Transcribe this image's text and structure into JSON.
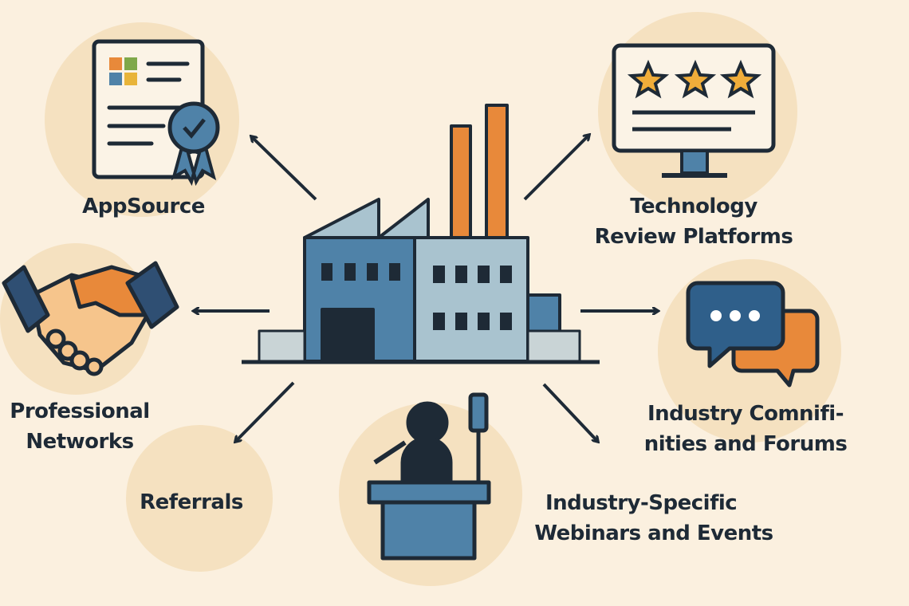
{
  "labels": {
    "appsource": "AppSource",
    "tech_review_1": "Technology",
    "tech_review_2": "Review Platforms",
    "professional_1": "Professional",
    "professional_2": "Networks",
    "referrals": "Referrals",
    "communities_1": "Industry Comnifi-",
    "communities_2": "nities and Forums",
    "webinars_1": "Industry-Specific",
    "webinars_2": "Webinars and Events"
  },
  "colors": {
    "background": "#fbf0df",
    "circle": "#f5e1c0",
    "navy": "#1e2a36",
    "blue": "#4f82a8",
    "light_blue": "#a9c3cf",
    "orange": "#e8893a"
  }
}
